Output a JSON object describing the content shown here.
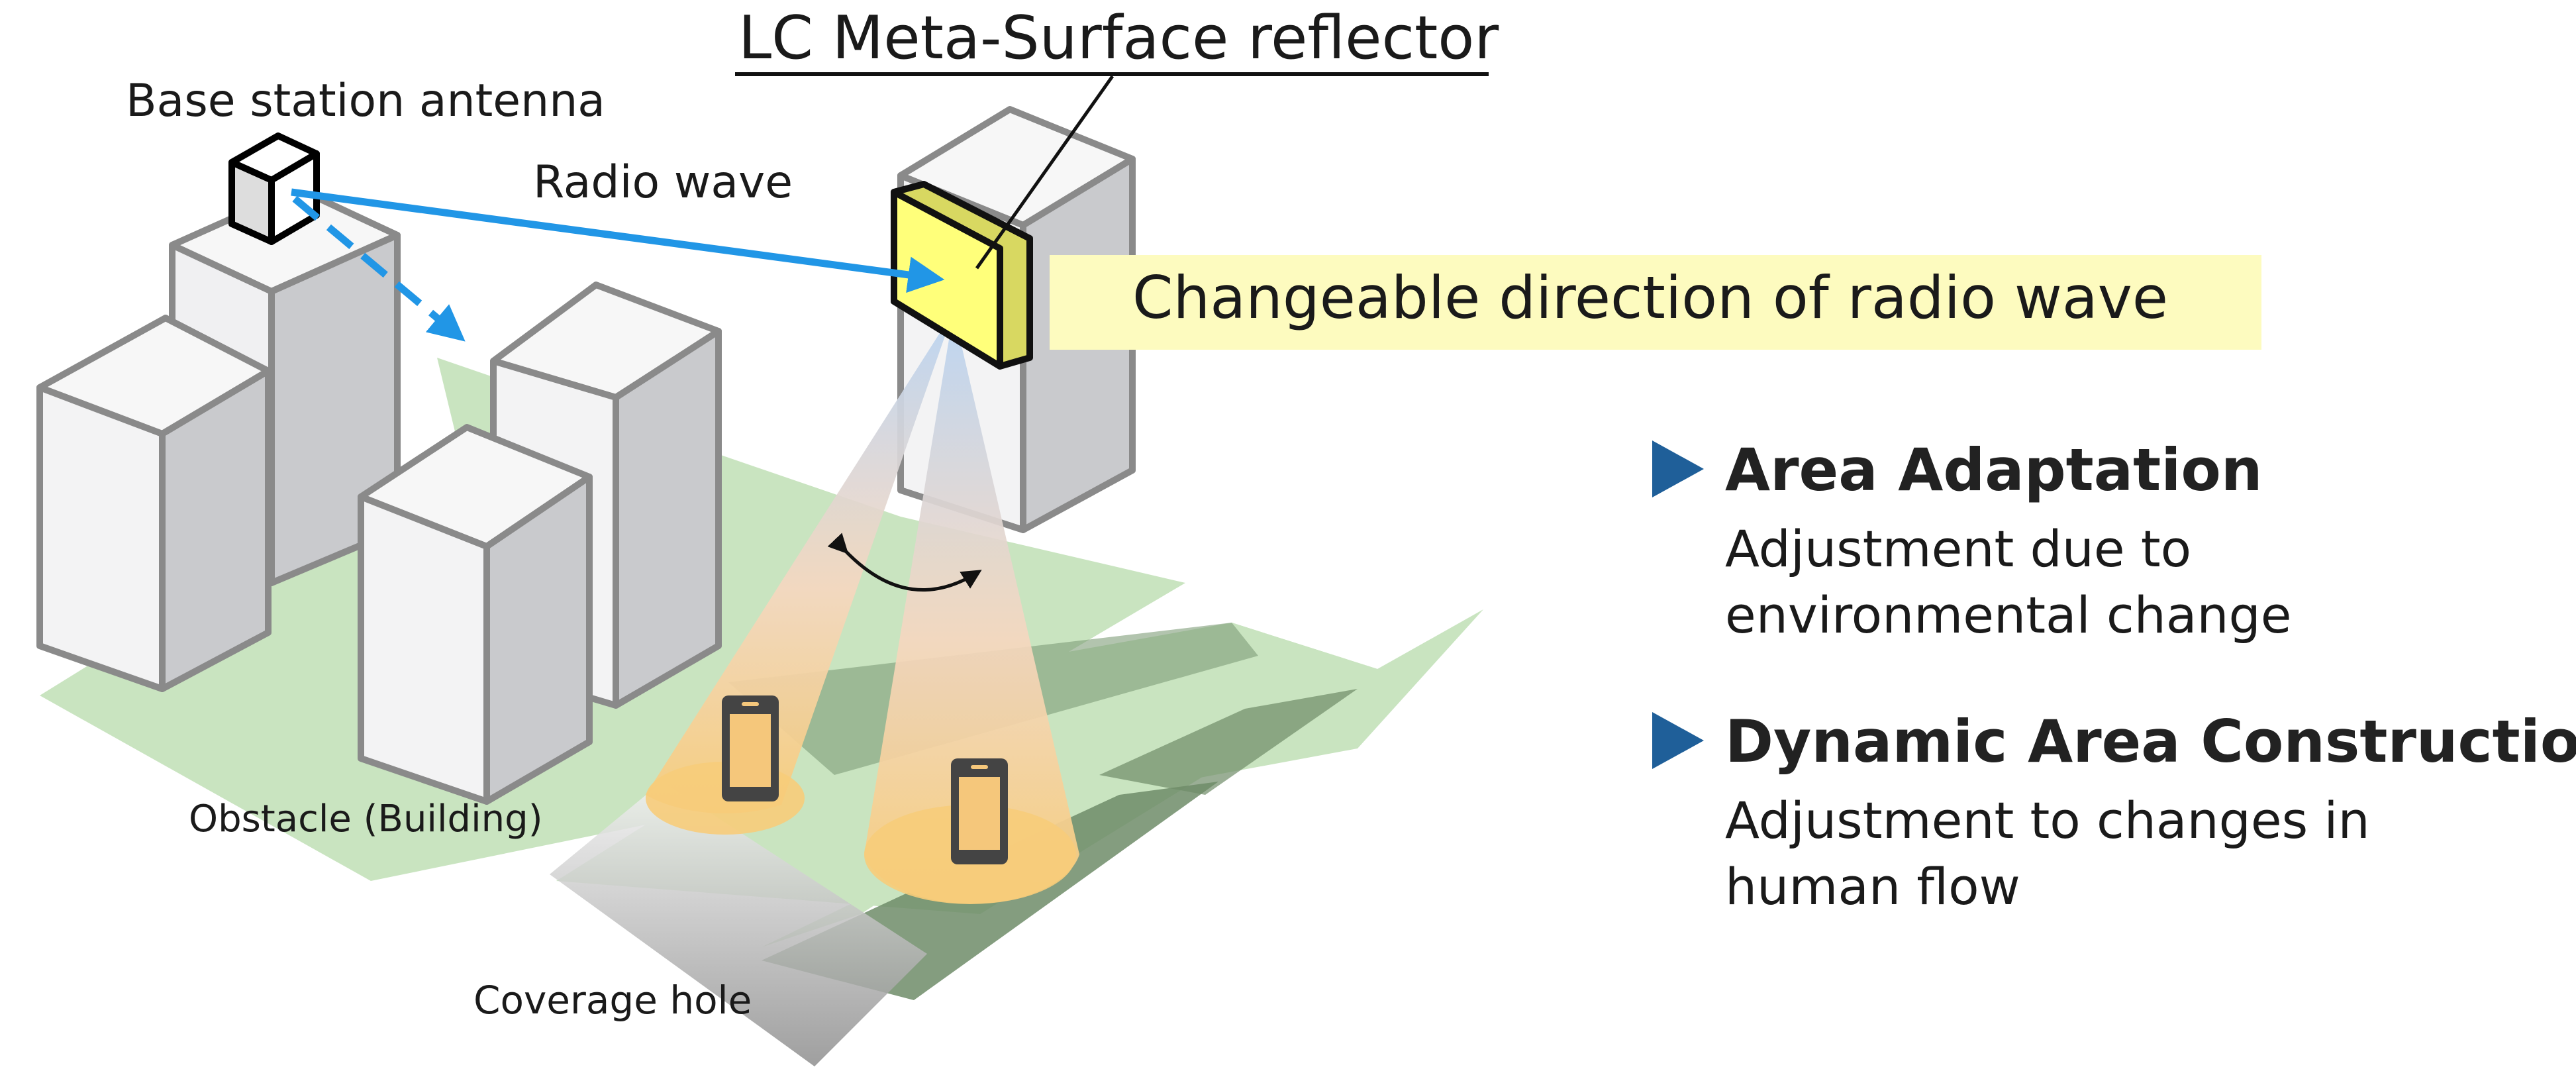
{
  "labels": {
    "reflector_title": "LC Meta-Surface reflector",
    "base_station": "Base station antenna",
    "radio_wave": "Radio wave",
    "changeable_direction": "Changeable direction of radio wave",
    "obstacle": "Obstacle (Building)",
    "coverage_hole": "Coverage hole"
  },
  "bullets": [
    {
      "title": "Area Adaptation",
      "desc_line1": "Adjustment due to",
      "desc_line2": "environmental change"
    },
    {
      "title": "Dynamic Area Construction",
      "desc_line1": "Adjustment to changes in",
      "desc_line2": "human flow"
    }
  ],
  "colors": {
    "wave_arrow": "#2196e6",
    "bullet_marker": "#1f5f99",
    "highlight_band": "#fdfbbf",
    "ground": "#c9e4c0",
    "reflector": "#ffff7a"
  },
  "icons": [
    "base-station-antenna-icon",
    "reflector-panel-icon",
    "smartphone-icon",
    "rotate-arrow-icon",
    "bullet-triangle-icon"
  ]
}
